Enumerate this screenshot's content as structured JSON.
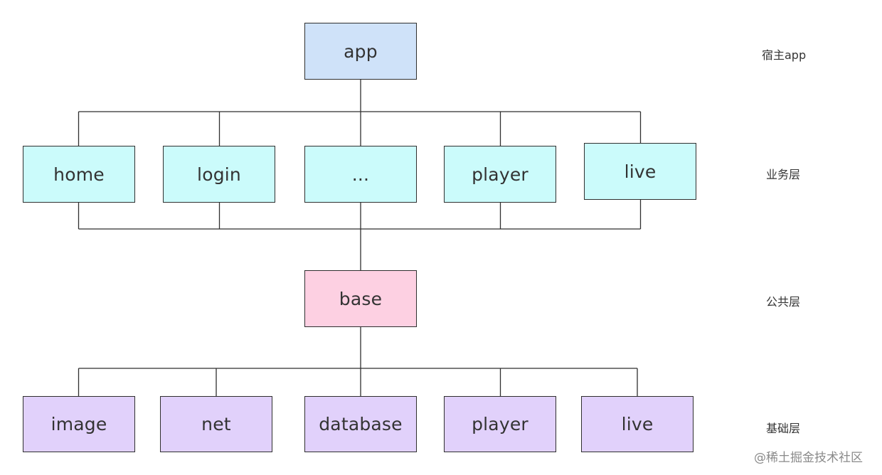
{
  "colors": {
    "host": "#cfe2f9",
    "business": "#cbfbfb",
    "common": "#fdd0e2",
    "foundation": "#e1d1fb",
    "line": "#2f2f2f"
  },
  "diagram": {
    "host_node": "app",
    "business_nodes": [
      "home",
      "login",
      "...",
      "player",
      "live"
    ],
    "common_node": "base",
    "foundation_nodes": [
      "image",
      "net",
      "database",
      "player",
      "live"
    ]
  },
  "layers": {
    "host": "宿主app",
    "business": "业务层",
    "common": "公共层",
    "foundation": "基础层"
  },
  "watermark": "@稀土掘金技术社区"
}
